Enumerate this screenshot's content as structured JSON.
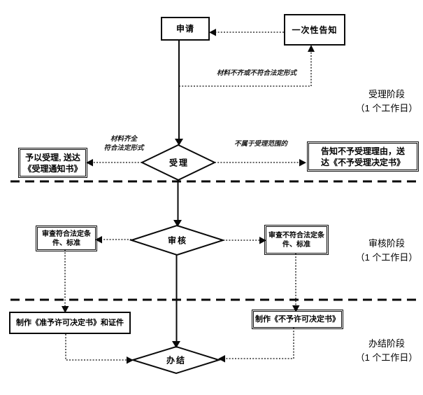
{
  "nodes": {
    "apply": {
      "label": "申请"
    },
    "one_time_notice": {
      "label": "一次性告知"
    },
    "accept": {
      "label": "受理"
    },
    "review": {
      "label": "审核"
    },
    "complete": {
      "label": "办结"
    },
    "accept_notice": {
      "line1": "予以受理, 送达",
      "line2": "《受理通知书》"
    },
    "reject_notice": {
      "line1": "告知不予受理理由，送",
      "line2": "达《不予受理决定书》"
    },
    "review_pass": {
      "line1": "审查符合法定条",
      "line2": "件、标准"
    },
    "review_fail": {
      "line1": "审查不符合法定条",
      "line2": "件、标准"
    },
    "make_permit": {
      "label": "制作《准予许可决定书》和证件"
    },
    "make_denial": {
      "label": "制作《不予许可决定书》"
    }
  },
  "edge_labels": {
    "materials_incomplete": "材料不齐或不符合法定形式",
    "materials_complete_line1": "材料齐全",
    "materials_complete_line2": "符合法定形式",
    "out_of_scope": "不属于受理范围的"
  },
  "stages": {
    "accept": {
      "line1": "受理阶段",
      "line2": "（1 个工作日）"
    },
    "review": {
      "line1": "审核阶段",
      "line2": "（1 个工作日）"
    },
    "close": {
      "line1": "办结阶段",
      "line2": "（1 个工作日）"
    }
  },
  "colors": {
    "line": "#0a0a0a",
    "background": "#ffffff",
    "text": "#000000"
  }
}
